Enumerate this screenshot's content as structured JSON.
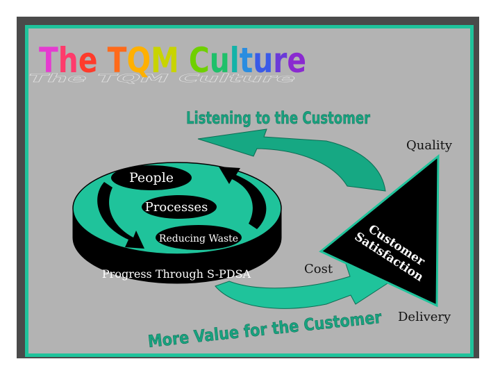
{
  "slide": {
    "title": "The TQM Culture",
    "title_letter_colors": [
      "#e53bd0",
      "#ff3b6b",
      "#ff3b2b",
      "#ff6a1a",
      "#ffb000",
      "#c8d400",
      "#6fd000",
      "#1fc06a",
      "#14b3a8",
      "#2a8de0",
      "#3a5ae8",
      "#6b3ad8",
      "#8a2ad0",
      "#b12ac8",
      "#d42ac0"
    ],
    "top_caption": "Listening to the Customer",
    "bottom_caption": "More Value for the Customer",
    "disk": {
      "items": [
        "People",
        "Processes",
        "Reducing Waste"
      ],
      "base_label": "Progress Through S-PDSA"
    },
    "triangle": {
      "center_label_line1": "Customer",
      "center_label_line2": "Satisfaction",
      "vertex_top": "Quality",
      "vertex_left": "Cost",
      "vertex_bottom": "Delivery"
    },
    "colors": {
      "accent_green": "#1fc39b",
      "panel_gray": "#b3b3b3",
      "frame_dark": "#4a4a4a",
      "caption_green": "#18a27f"
    }
  }
}
